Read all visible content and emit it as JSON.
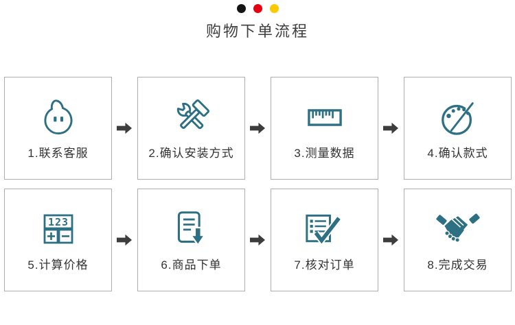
{
  "header": {
    "title": "购物下单流程",
    "dots": [
      "#141414",
      "#e60012",
      "#fcc800"
    ]
  },
  "steps": [
    {
      "label": "1.联系客服",
      "icon": "chat-bubble-icon"
    },
    {
      "label": "2.确认安装方式",
      "icon": "tools-icon"
    },
    {
      "label": "3.测量数据",
      "icon": "ruler-icon"
    },
    {
      "label": "4.确认款式",
      "icon": "palette-icon"
    },
    {
      "label": "5.计算价格",
      "icon": "calculator-icon"
    },
    {
      "label": "6.商品下单",
      "icon": "order-document-icon"
    },
    {
      "label": "7.核对订单",
      "icon": "checklist-icon"
    },
    {
      "label": "8.完成交易",
      "icon": "handshake-icon"
    }
  ],
  "icons": {
    "calculator_digits": "123"
  },
  "colors": {
    "icon_teal": "#2d7084",
    "arrow": "#3d3d3d",
    "box_border": "#adadad",
    "title_text": "#3d3d3d",
    "label_text": "#333333"
  }
}
